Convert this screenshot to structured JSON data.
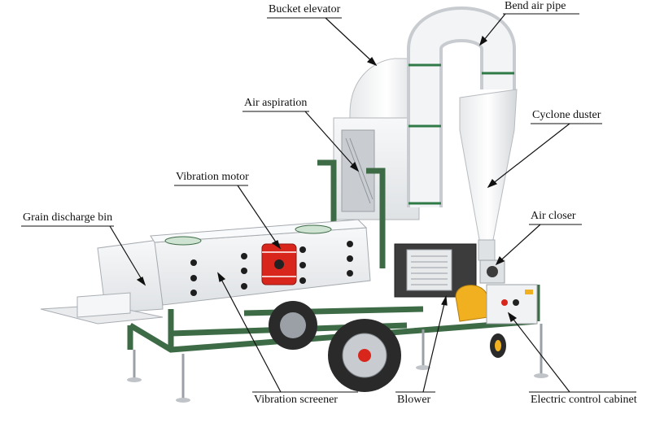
{
  "labels": {
    "bucket_elevator": "Bucket elevator",
    "bend_air_pipe": "Bend air pipe",
    "air_aspiration": "Air aspiration",
    "cyclone_duster": "Cyclone duster",
    "vibration_motor": "Vibration motor",
    "grain_discharge_bin": "Grain discharge bin",
    "air_closer": "Air closer",
    "vibration_screener": "Vibration screener",
    "blower": "Blower",
    "electric_control_cabinet": "Electric control cabinet"
  },
  "colors": {
    "frame_green": "#3d6b46",
    "body_white": "#eef0f1",
    "motor_red": "#d9261c",
    "accent_yellow": "#f0b020",
    "tire_dark": "#2a2a2a"
  }
}
